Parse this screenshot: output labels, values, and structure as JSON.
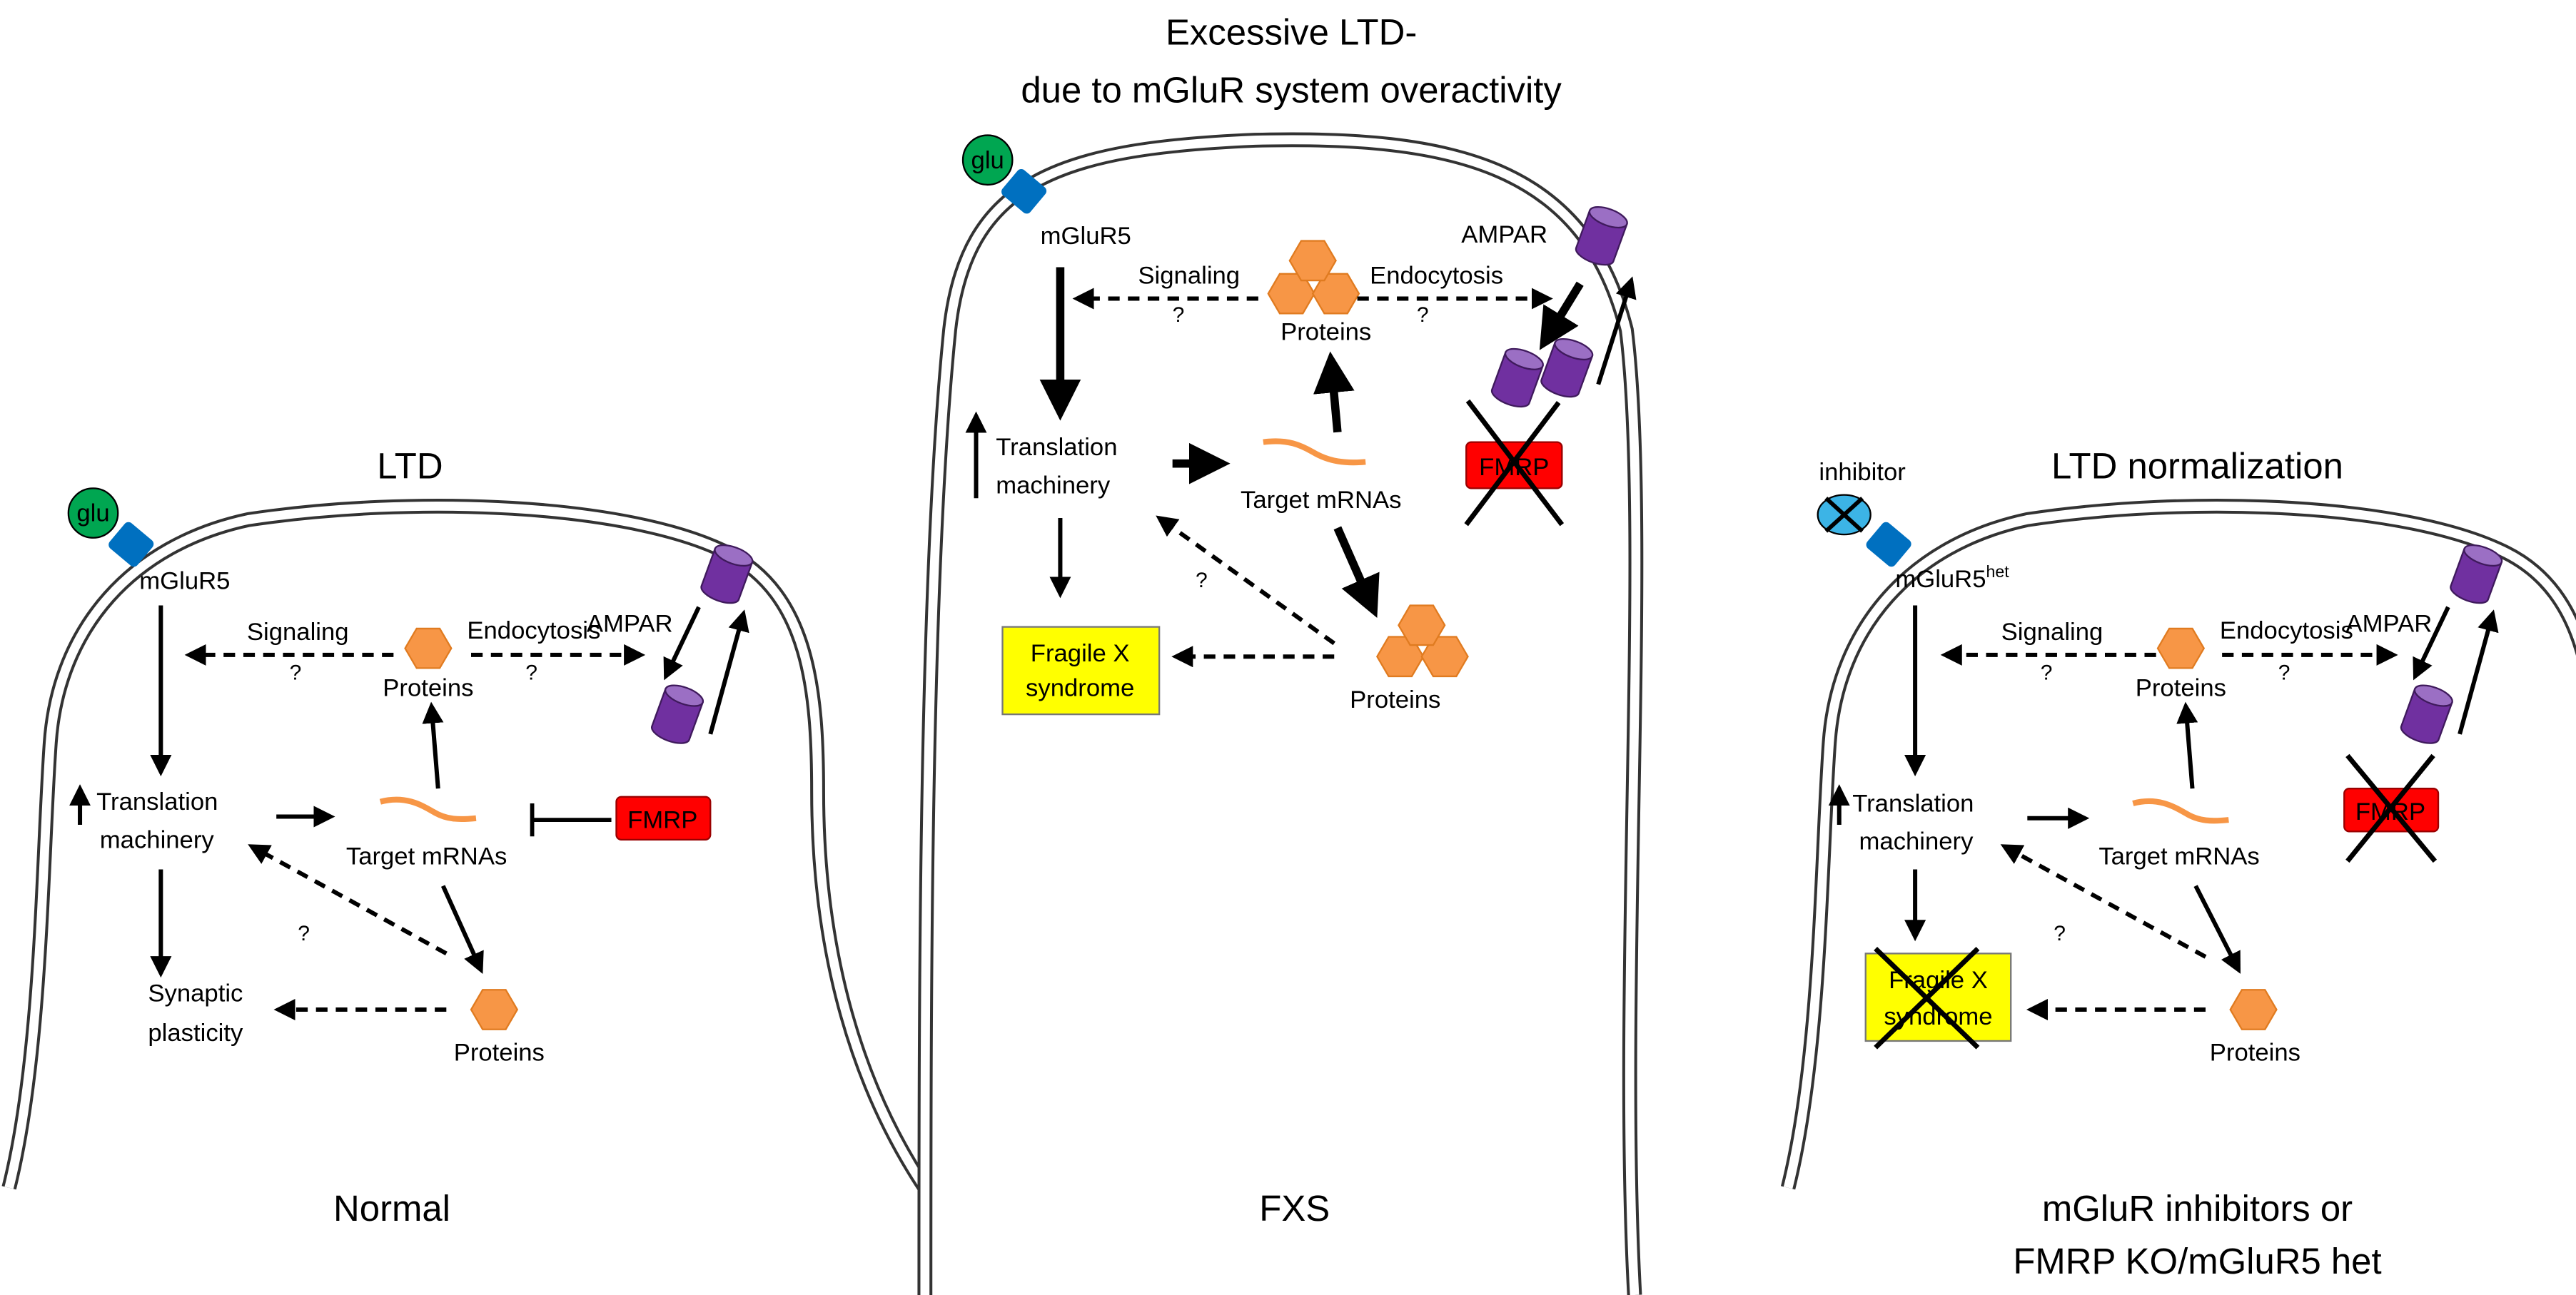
{
  "colors": {
    "glu": "#00a651",
    "mglur5": "#0070c0",
    "inhibitor": "#3cb4e6",
    "ampar": "#7030a0",
    "ampar_top": "#9b6fc4",
    "protein": "#f79646",
    "fmrp": "#ff0000",
    "fragile_x_box": "#ffff00"
  },
  "question": "?",
  "normal": {
    "title": "LTD",
    "caption": "Normal",
    "glu": "glu",
    "receptor": "mGluR5",
    "ampar": "AMPAR",
    "signaling": "Signaling",
    "endocytosis": "Endocytosis",
    "proteins": "Proteins",
    "translation_1": "Translation",
    "translation_2": "machinery",
    "target_mrnas": "Target mRNAs",
    "fmrp": "FMRP",
    "outcome_1": "Synaptic",
    "outcome_2": "plasticity"
  },
  "fxs": {
    "title_1": "Excessive LTD-",
    "title_2": "due to mGluR system overactivity",
    "caption": "FXS",
    "glu": "glu",
    "receptor": "mGluR5",
    "ampar": "AMPAR",
    "signaling": "Signaling",
    "endocytosis": "Endocytosis",
    "proteins": "Proteins",
    "translation_1": "Translation",
    "translation_2": "machinery",
    "target_mrnas": "Target mRNAs",
    "fmrp": "FMRP",
    "outcome_1": "Fragile X",
    "outcome_2": "syndrome"
  },
  "treated": {
    "title": "LTD normalization",
    "caption_1": "mGluR inhibitors or",
    "caption_2": "FMRP KO/mGluR5 het",
    "inhibitor": "inhibitor",
    "receptor": "mGluR5",
    "receptor_sup": "het",
    "ampar": "AMPAR",
    "signaling": "Signaling",
    "endocytosis": "Endocytosis",
    "proteins": "Proteins",
    "translation_1": "Translation",
    "translation_2": "machinery",
    "target_mrnas": "Target mRNAs",
    "fmrp": "FMRP",
    "outcome_1": "Fragile X",
    "outcome_2": "syndrome"
  }
}
